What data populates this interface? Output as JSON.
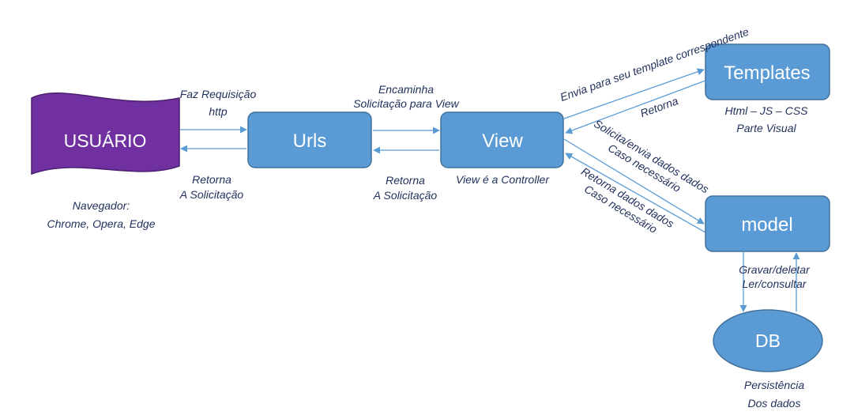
{
  "colors": {
    "box_fill": "#5b9bd5",
    "box_stroke": "#41719c",
    "user_fill": "#7030a0",
    "user_stroke": "#4b1f6f",
    "arrow": "#5b9bd5",
    "label_text": "#1f2f5a"
  },
  "nodes": {
    "usuario": "USUÁRIO",
    "urls": "Urls",
    "view": "View",
    "templates": "Templates",
    "model": "model",
    "db": "DB"
  },
  "labels": {
    "faz_requisicao": [
      "Faz Requisição",
      "http"
    ],
    "retorna_usuario": [
      "Retorna",
      "A Solicitação"
    ],
    "navegador": [
      "Navegador:",
      "Chrome, Opera, Edge"
    ],
    "encaminha": [
      "Encaminha",
      "Solicitação para View"
    ],
    "retorna_urls": [
      "Retorna",
      "A Solicitação"
    ],
    "view_controller": "View é a Controller",
    "envia_template": "Envia para seu template correspondente",
    "retorna_template": "Retorna",
    "templates_desc": [
      "Html – JS – CSS",
      "Parte Visual"
    ],
    "solicita_model": [
      "Solicita/envia dados dados",
      "Caso necessário"
    ],
    "retorna_model": [
      "Retorna dados dados",
      "Caso necessário"
    ],
    "gravar": [
      "Gravar/deletar",
      "Ler/consultar"
    ],
    "persistencia": [
      "Persistência",
      "Dos dados"
    ]
  }
}
